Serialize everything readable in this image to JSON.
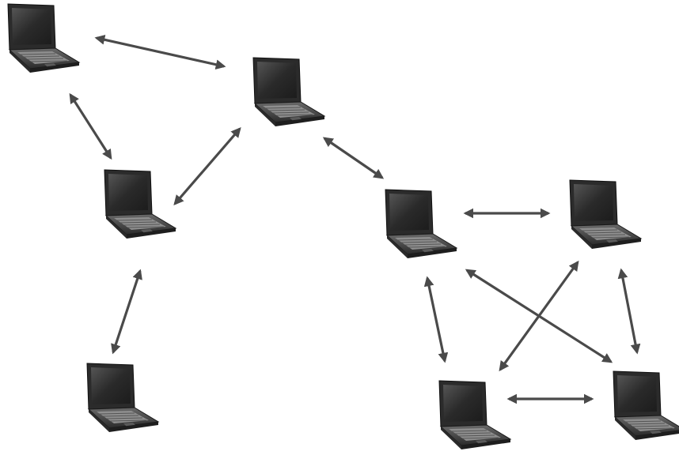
{
  "diagram": {
    "type": "network",
    "nodes": [
      {
        "id": "laptop-1",
        "icon": "laptop-icon"
      },
      {
        "id": "laptop-2",
        "icon": "laptop-icon"
      },
      {
        "id": "laptop-3",
        "icon": "laptop-icon"
      },
      {
        "id": "laptop-4",
        "icon": "laptop-icon"
      },
      {
        "id": "laptop-5",
        "icon": "laptop-icon"
      },
      {
        "id": "laptop-6",
        "icon": "laptop-icon"
      },
      {
        "id": "laptop-7",
        "icon": "laptop-icon"
      },
      {
        "id": "laptop-8",
        "icon": "laptop-icon"
      }
    ],
    "links": [
      {
        "from": "laptop-1",
        "to": "laptop-2",
        "direction": "bidirectional"
      },
      {
        "from": "laptop-1",
        "to": "laptop-3",
        "direction": "bidirectional"
      },
      {
        "from": "laptop-2",
        "to": "laptop-3",
        "direction": "bidirectional"
      },
      {
        "from": "laptop-3",
        "to": "laptop-4",
        "direction": "bidirectional"
      },
      {
        "from": "laptop-2",
        "to": "laptop-5",
        "direction": "bidirectional"
      },
      {
        "from": "laptop-5",
        "to": "laptop-6",
        "direction": "bidirectional"
      },
      {
        "from": "laptop-5",
        "to": "laptop-7",
        "direction": "bidirectional"
      },
      {
        "from": "laptop-5",
        "to": "laptop-8",
        "direction": "bidirectional"
      },
      {
        "from": "laptop-6",
        "to": "laptop-7",
        "direction": "bidirectional"
      },
      {
        "from": "laptop-6",
        "to": "laptop-8",
        "direction": "bidirectional"
      },
      {
        "from": "laptop-7",
        "to": "laptop-8",
        "direction": "bidirectional"
      }
    ],
    "colors": {
      "arrow": "#4a4a4a",
      "laptop_body": "#2b2b2b",
      "laptop_screen": "#3c3c3c",
      "laptop_keyboard": "#8e8e8e"
    }
  }
}
